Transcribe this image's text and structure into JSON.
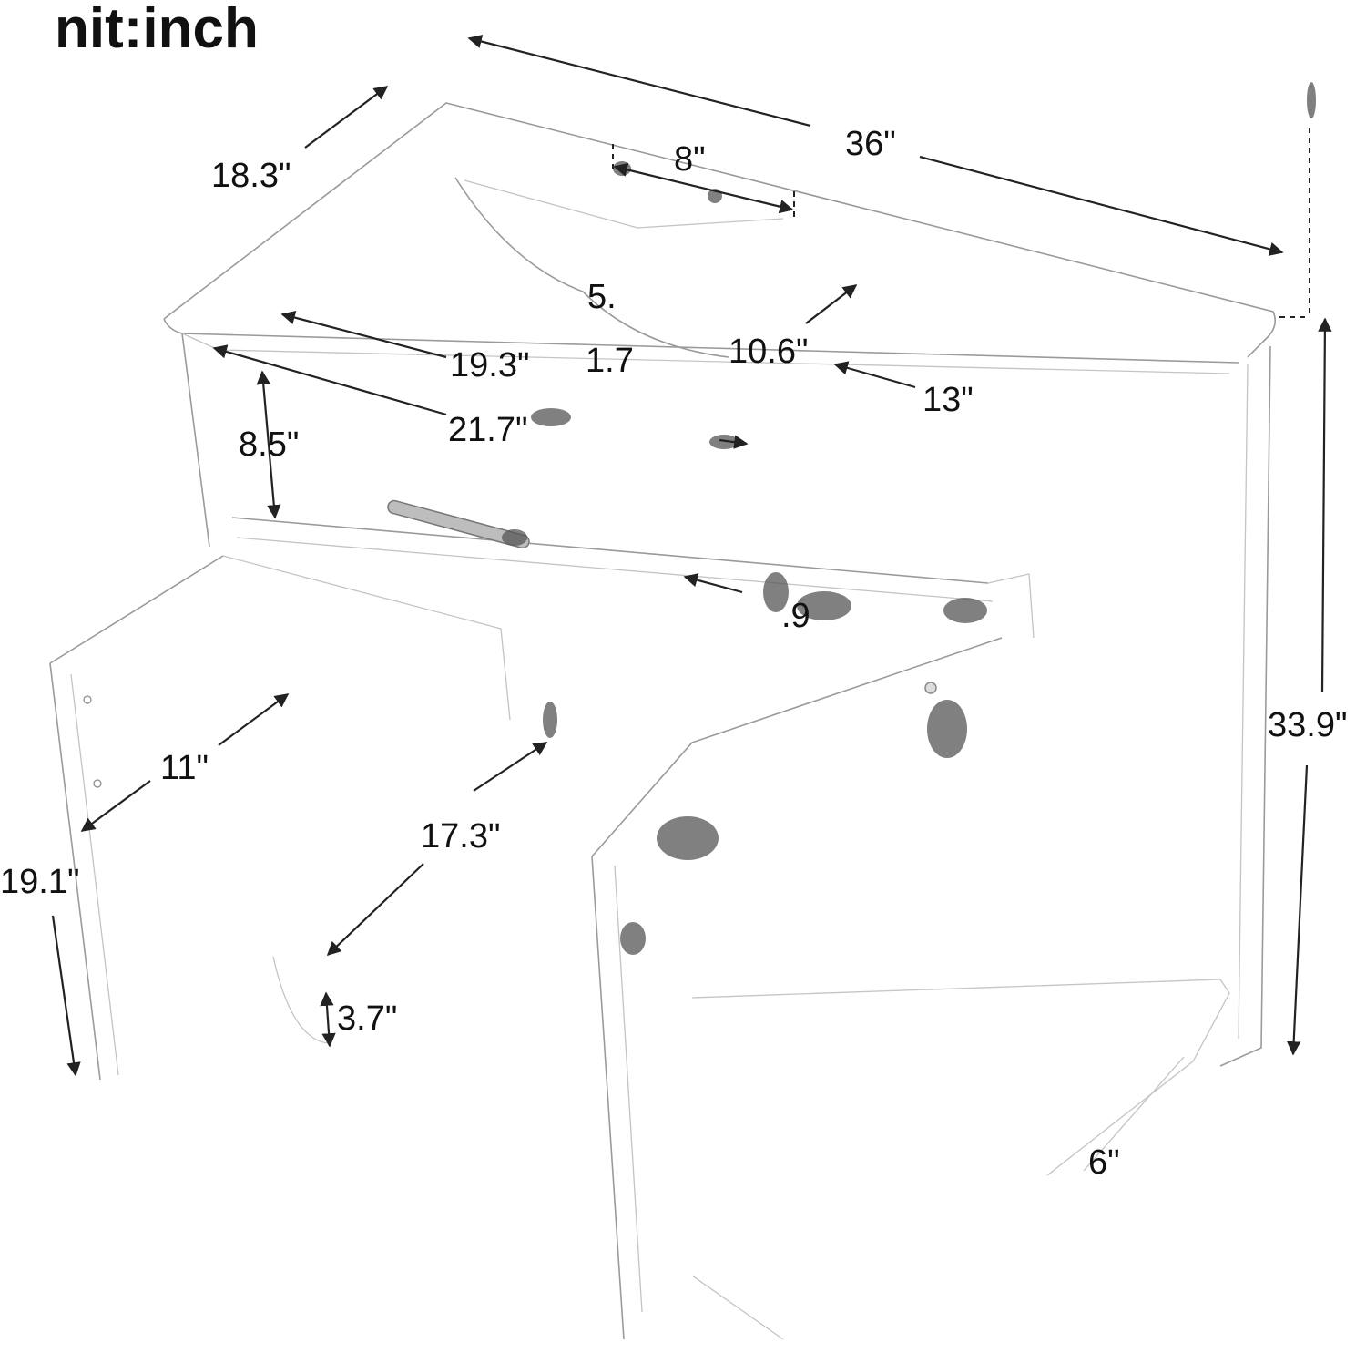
{
  "unit_label": "nit:inch",
  "dimensions": {
    "width_36": "36\"",
    "depth_18_3": "18.3\"",
    "faucet_8": "8\"",
    "basin_5": "5.",
    "basin_1_7": "1.7",
    "drawer_19_3": "19.3\"",
    "drawer_21_7": "21.7\"",
    "basin_10_6": "10.6\"",
    "basin_13": "13\"",
    "drawer_8_5": "8.5\"",
    "partial_9": ".9",
    "height_33_9": "33.9\"",
    "side_11": "11\"",
    "side_19_1": "19.1\"",
    "interior_17_3": "17.3\"",
    "shelf_3_7": "3.7\"",
    "base_6": "6\""
  }
}
